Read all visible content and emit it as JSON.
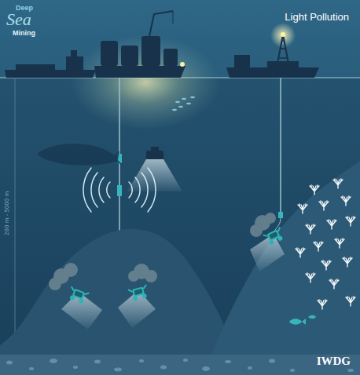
{
  "diagram": {
    "title": "Light Pollution",
    "labels": [
      "Deep",
      "Sea",
      "Mining",
      "200 m - 5000 m",
      "IWDG"
    ]
  }
}
